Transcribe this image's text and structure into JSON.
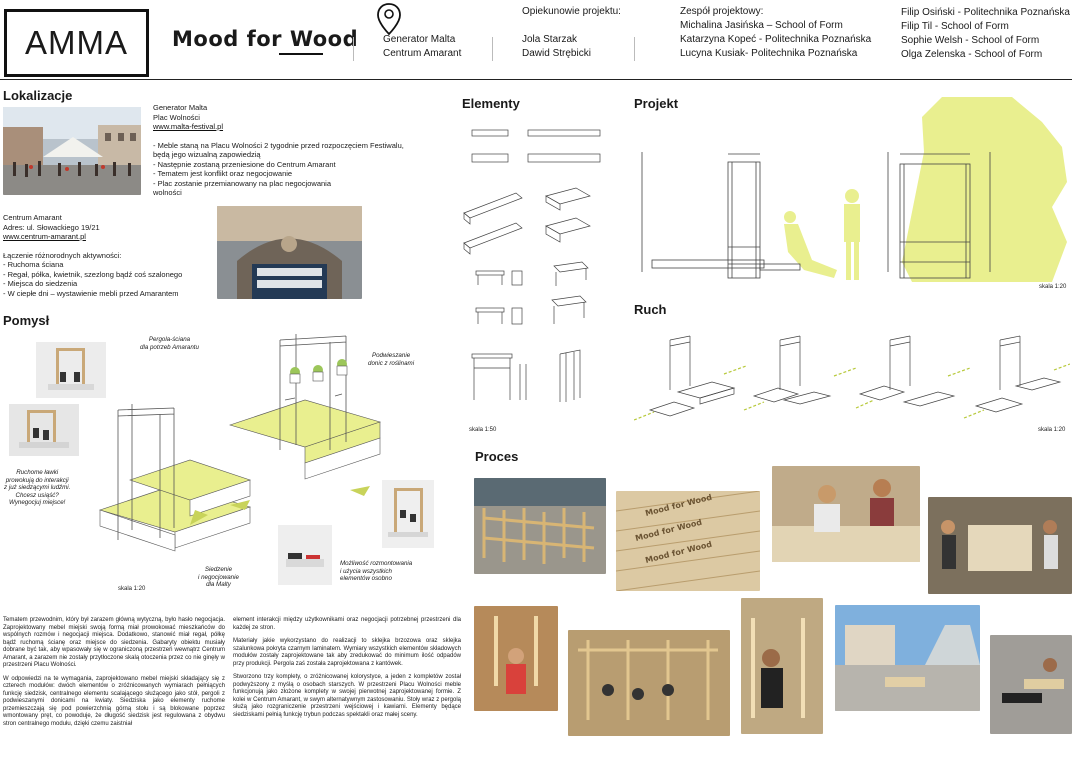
{
  "header": {
    "logo_text": "AMMA",
    "brand": "Mood for Wood",
    "location": [
      "Generator Malta",
      "Centrum Amarant"
    ],
    "guardians_title": "Opiekunowie projektu:",
    "guardians": [
      "Jola Starzak",
      "Dawid Strębicki"
    ],
    "team_title": "Zespół projektowy:",
    "team_col1": [
      "Michalina Jasińska – School of Form",
      "Katarzyna Kopeć - Politechnika Poznańska",
      "Lucyna Kusiak- Politechnika Poznańska"
    ],
    "team_col2": [
      "Filip Osiński - Politechnika Poznańska",
      "Filip Til - School of Form",
      "Sophie Welsh - School of Form",
      "Olga Zelenska - School of Form"
    ]
  },
  "lokalizacje": {
    "title": "Lokalizacje",
    "malta_lines": [
      "Generator Malta",
      "Plac Wolności"
    ],
    "malta_link": "www.malta-festival.pl",
    "malta_desc": [
      "- Meble staną na Placu Wolności 2 tygodnie przed rozpoczęciem Festiwalu,",
      "będą jego wizualną zapowiedzią",
      "- Następnie zostaną przeniesione do Centrum Amarant",
      "- Tematem jest konflikt oraz negocjowanie",
      "- Plac zostanie przemianowany na plac negocjowania",
      "wolności"
    ],
    "amarant_lines": [
      "Centrum Amarant",
      "Adres: ul. Słowackiego 19/21"
    ],
    "amarant_link": "www.centrum-amarant.pl",
    "activities_title": "Łączenie różnorodnych aktywności:",
    "activities": [
      "- Ruchoma ściana",
      "- Regał, półka, kwietnik, szezlong bądź coś szalonego",
      "- Miejsca do siedzenia",
      "- W ciepłe dni – wystawienie mebli przed Amarantem"
    ]
  },
  "pomysl": {
    "title": "Pomysł",
    "label_pergola": [
      "Pergola-ściana",
      "dla potrzeb Amarantu"
    ],
    "label_donice": [
      "Podwieszanie",
      "donic z roślinami"
    ],
    "label_lawki": [
      "Ruchome ławki",
      "prowokują do interakcji",
      "z już siedzącymi ludźmi.",
      "Chcesz usiąść?",
      "Wynegocjuj miejsce!"
    ],
    "label_siedzenie": [
      "Siedzenie",
      "i negocjowanie",
      "dla Malty"
    ],
    "label_rozmontowanie": [
      "Możliwość rozmontowania",
      "i użycia wszystkich",
      "elementów osobno"
    ],
    "scale": "skala 1:20"
  },
  "elementy": {
    "title": "Elementy",
    "scale": "skala 1:50"
  },
  "projekt": {
    "title": "Projekt",
    "scale": "skala 1:20"
  },
  "ruch": {
    "title": "Ruch",
    "scale": "skala 1:20"
  },
  "proces": {
    "title": "Proces"
  },
  "text_col1": [
    "Tematem przewodnim, który był zarazem główną wytyczną, było hasło negocjacja. Zaprojektowany mebel miejski swoją formą miał prowokować mieszkańców do wspólnych rozmów i negocjacji miejsca. Dodatkowo, stanowić miał regał, półkę bądź ruchomą ścianę oraz miejsce do siedzenia. Gabaryty obiektu musiały dobrane być tak, aby wpasowały się w ograniczoną przestrzeń wewnątrz Centrum Amarant, a zarazem nie zostały przytłoczone skalą otoczenia przez co nie ginęły w przestrzeni Placu Wolności.",
    "W odpowiedzi na te wymagania, zaprojektowano mebel miejski składający się z czterech modułów: dwóch elementów o zróżnicowanych wymiarach pełniących funkcję siedzisk, centralnego elementu scalającego służącego jako stół, pergoli z podwieszanymi donicami na kwiaty. Siedziska jako elementy ruchome przemieszczają się pod powierzchnią górną stołu i są blokowane poprzez wmontowany pręt, co powoduje, że długość siedzisk jest regulowana z obydwu stron centralnego modułu, dzięki czemu zaistniał"
  ],
  "text_col2": [
    "element interakcji między użytkownikami oraz negocjacji potrzebnej przestrzeni dla każdej ze stron.",
    "Materiały jakie wykorzystano do realizacji to sklejka brzozowa oraz sklejka szalunkowa pokryta czarnym laminatem. Wymiary wszystkich elementów składowych modułów zostały zaprojektowane tak aby zredukować do minimum ilość odpadów przy produkcji. Pergola zaś została zaprojektowana z kantówek.",
    "Stworzono trzy komplety, o zróżnicowanej kolorystyce, a jeden z kompletów został podwyższony z myślą o osobach starszych. W przestrzeni Placu Wolności meble funkcjonują jako złożone komplety w swojej pierwotnej zaprojektowanej formie. Z kolei w Centrum Amarant, w swym alternatywnym zastosowaniu. Stoły wraz z pergolą służą jako rozgraniczenie przestrzeni wejściowej i kawiarni. Elementy będące siedziskami pełnią funkcję trybun podczas spektakli oraz małej sceny."
  ],
  "colors": {
    "accent": "#e9ef8f",
    "line": "#222222"
  }
}
